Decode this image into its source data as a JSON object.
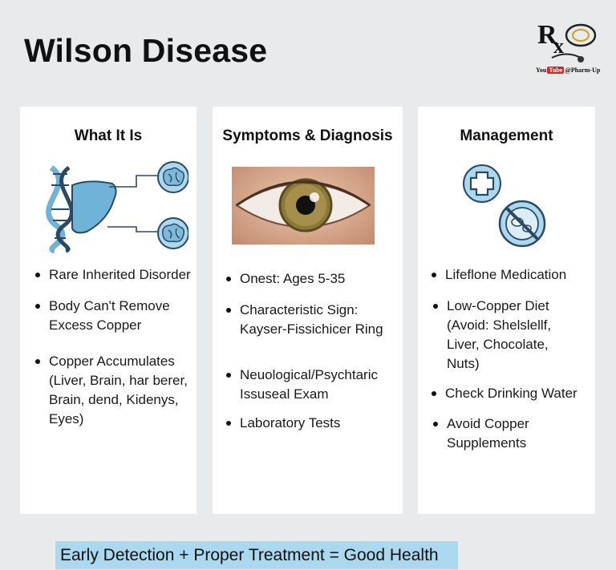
{
  "title": "Wilson Disease",
  "logo": {
    "youtube_label": "You",
    "youtube_badge": "Tube",
    "handle": "@Pharm-Up"
  },
  "cards": {
    "what": {
      "heading": "What It Is",
      "items": [
        "Rare Inherited Disorder",
        "Body Can't Remove Excess Copper",
        "Copper Accumulates (Liver, Brain, har berer, Brain, dend, Kidenys, Eyes)"
      ]
    },
    "symptoms": {
      "heading": "Symptoms & Diagnosis",
      "items": [
        "Onest: Ages 5-35",
        "Characteristic Sign: Kayser-Fissichicer Ring",
        "Neuological/Psychtaric Issuseal Exam",
        "Laboratory Tests"
      ]
    },
    "management": {
      "heading": "Management",
      "items": [
        "Lifeflone Medication",
        "Low-Copper Diet (Avoid: Shelslellf, Liver, Chocolate, Nuts)",
        "Check Drinking Water",
        "Avoid Copper Supplements"
      ]
    }
  },
  "footer": "Early Detection + Proper Treatment = Good Health",
  "colors": {
    "accent_blue": "#a9d8ef",
    "icon_stroke": "#2a4a63",
    "background": "#e9eaec"
  }
}
